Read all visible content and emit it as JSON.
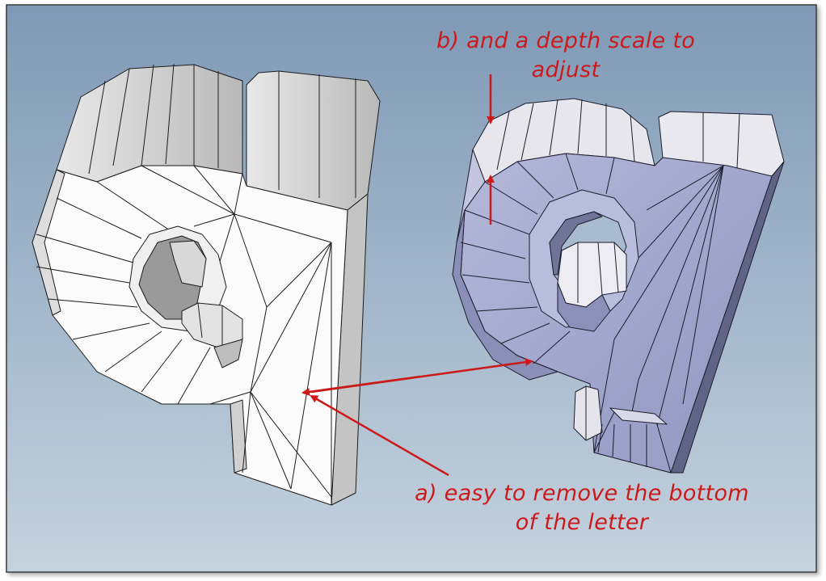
{
  "annotations": {
    "b_line1": "b) and a depth scale to",
    "b_line2": "adjust",
    "a_line1": "a) easy to remove the bottom",
    "a_line2": "of the letter"
  },
  "colors": {
    "background_top": "#7e98b5",
    "background_bottom": "#c3d1dd",
    "white_face": "#fafafa",
    "white_side": "#d6d6d6",
    "blue_face": "#a4a9cd",
    "blue_side": "#7d83ac",
    "annotation": "#cc1a1a"
  }
}
